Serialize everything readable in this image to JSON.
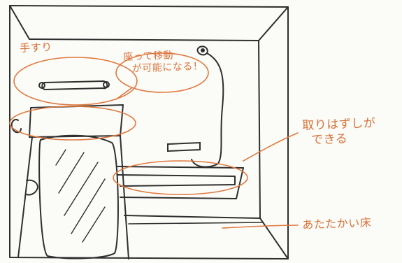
{
  "annotations": {
    "handrail": "手すり",
    "seated_move": {
      "line1": "座って移動",
      "line2": "が可能になる！"
    },
    "removable": {
      "line1": "取りはずしが",
      "line2": "できる"
    },
    "warm_floor": "あたたかい床"
  },
  "colors": {
    "pencil": "#2f2f2f",
    "annotation": "#d9733a",
    "paper": "#fbfbf8"
  }
}
